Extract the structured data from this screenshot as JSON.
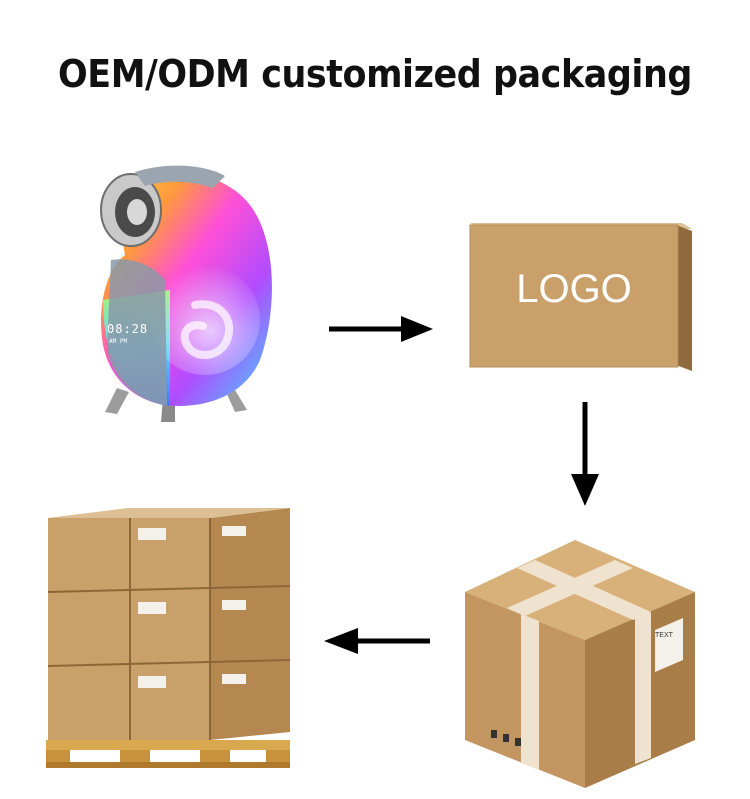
{
  "header": {
    "title": "OEM/ODM customized packaging"
  },
  "product": {
    "clock_display": "08:28",
    "am_pm": "AM PM"
  },
  "logo_box": {
    "label": "LOGO"
  },
  "shipping_box": {
    "label": "TEXT"
  },
  "icons": {
    "right_arrow": "arrow-right-icon",
    "down_arrow": "arrow-down-icon",
    "left_arrow": "arrow-left-icon"
  },
  "colors": {
    "title": "#111111",
    "cardboard": "#c9a06a",
    "cardboard_dark": "#a67c46",
    "tape": "#efe3cf",
    "arrow": "#000000"
  }
}
